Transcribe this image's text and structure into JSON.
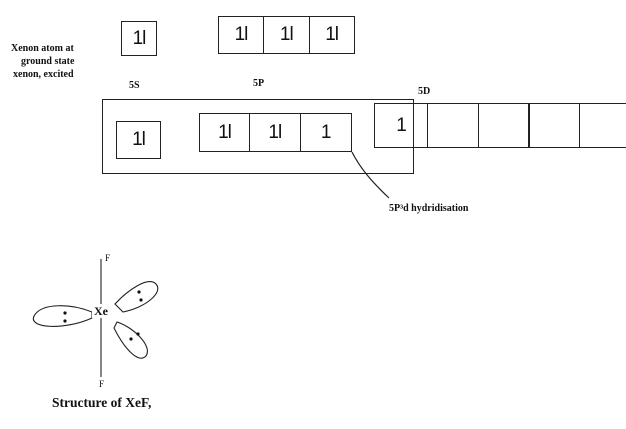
{
  "labels": {
    "ground_line1": "Xenon atom at",
    "ground_line2": "ground state",
    "excited_line": "xenon, excited",
    "orbital_5s": "5S",
    "orbital_5p": "5P",
    "orbital_5d": "5D",
    "hybrid": "5P³d hydridisation"
  },
  "ground_state": {
    "s_cell": "1l",
    "p_cells": [
      "1l",
      "1l",
      "1l"
    ]
  },
  "excited_state": {
    "s_cell": "1l",
    "p_cells": [
      "1l",
      "1l",
      "1"
    ],
    "d_cells": [
      "1",
      "",
      "",
      "",
      ""
    ]
  },
  "structure": {
    "center_atom": "Xe",
    "top_atom": "F",
    "bottom_atom": "F",
    "caption": "Structure of XeF,"
  }
}
